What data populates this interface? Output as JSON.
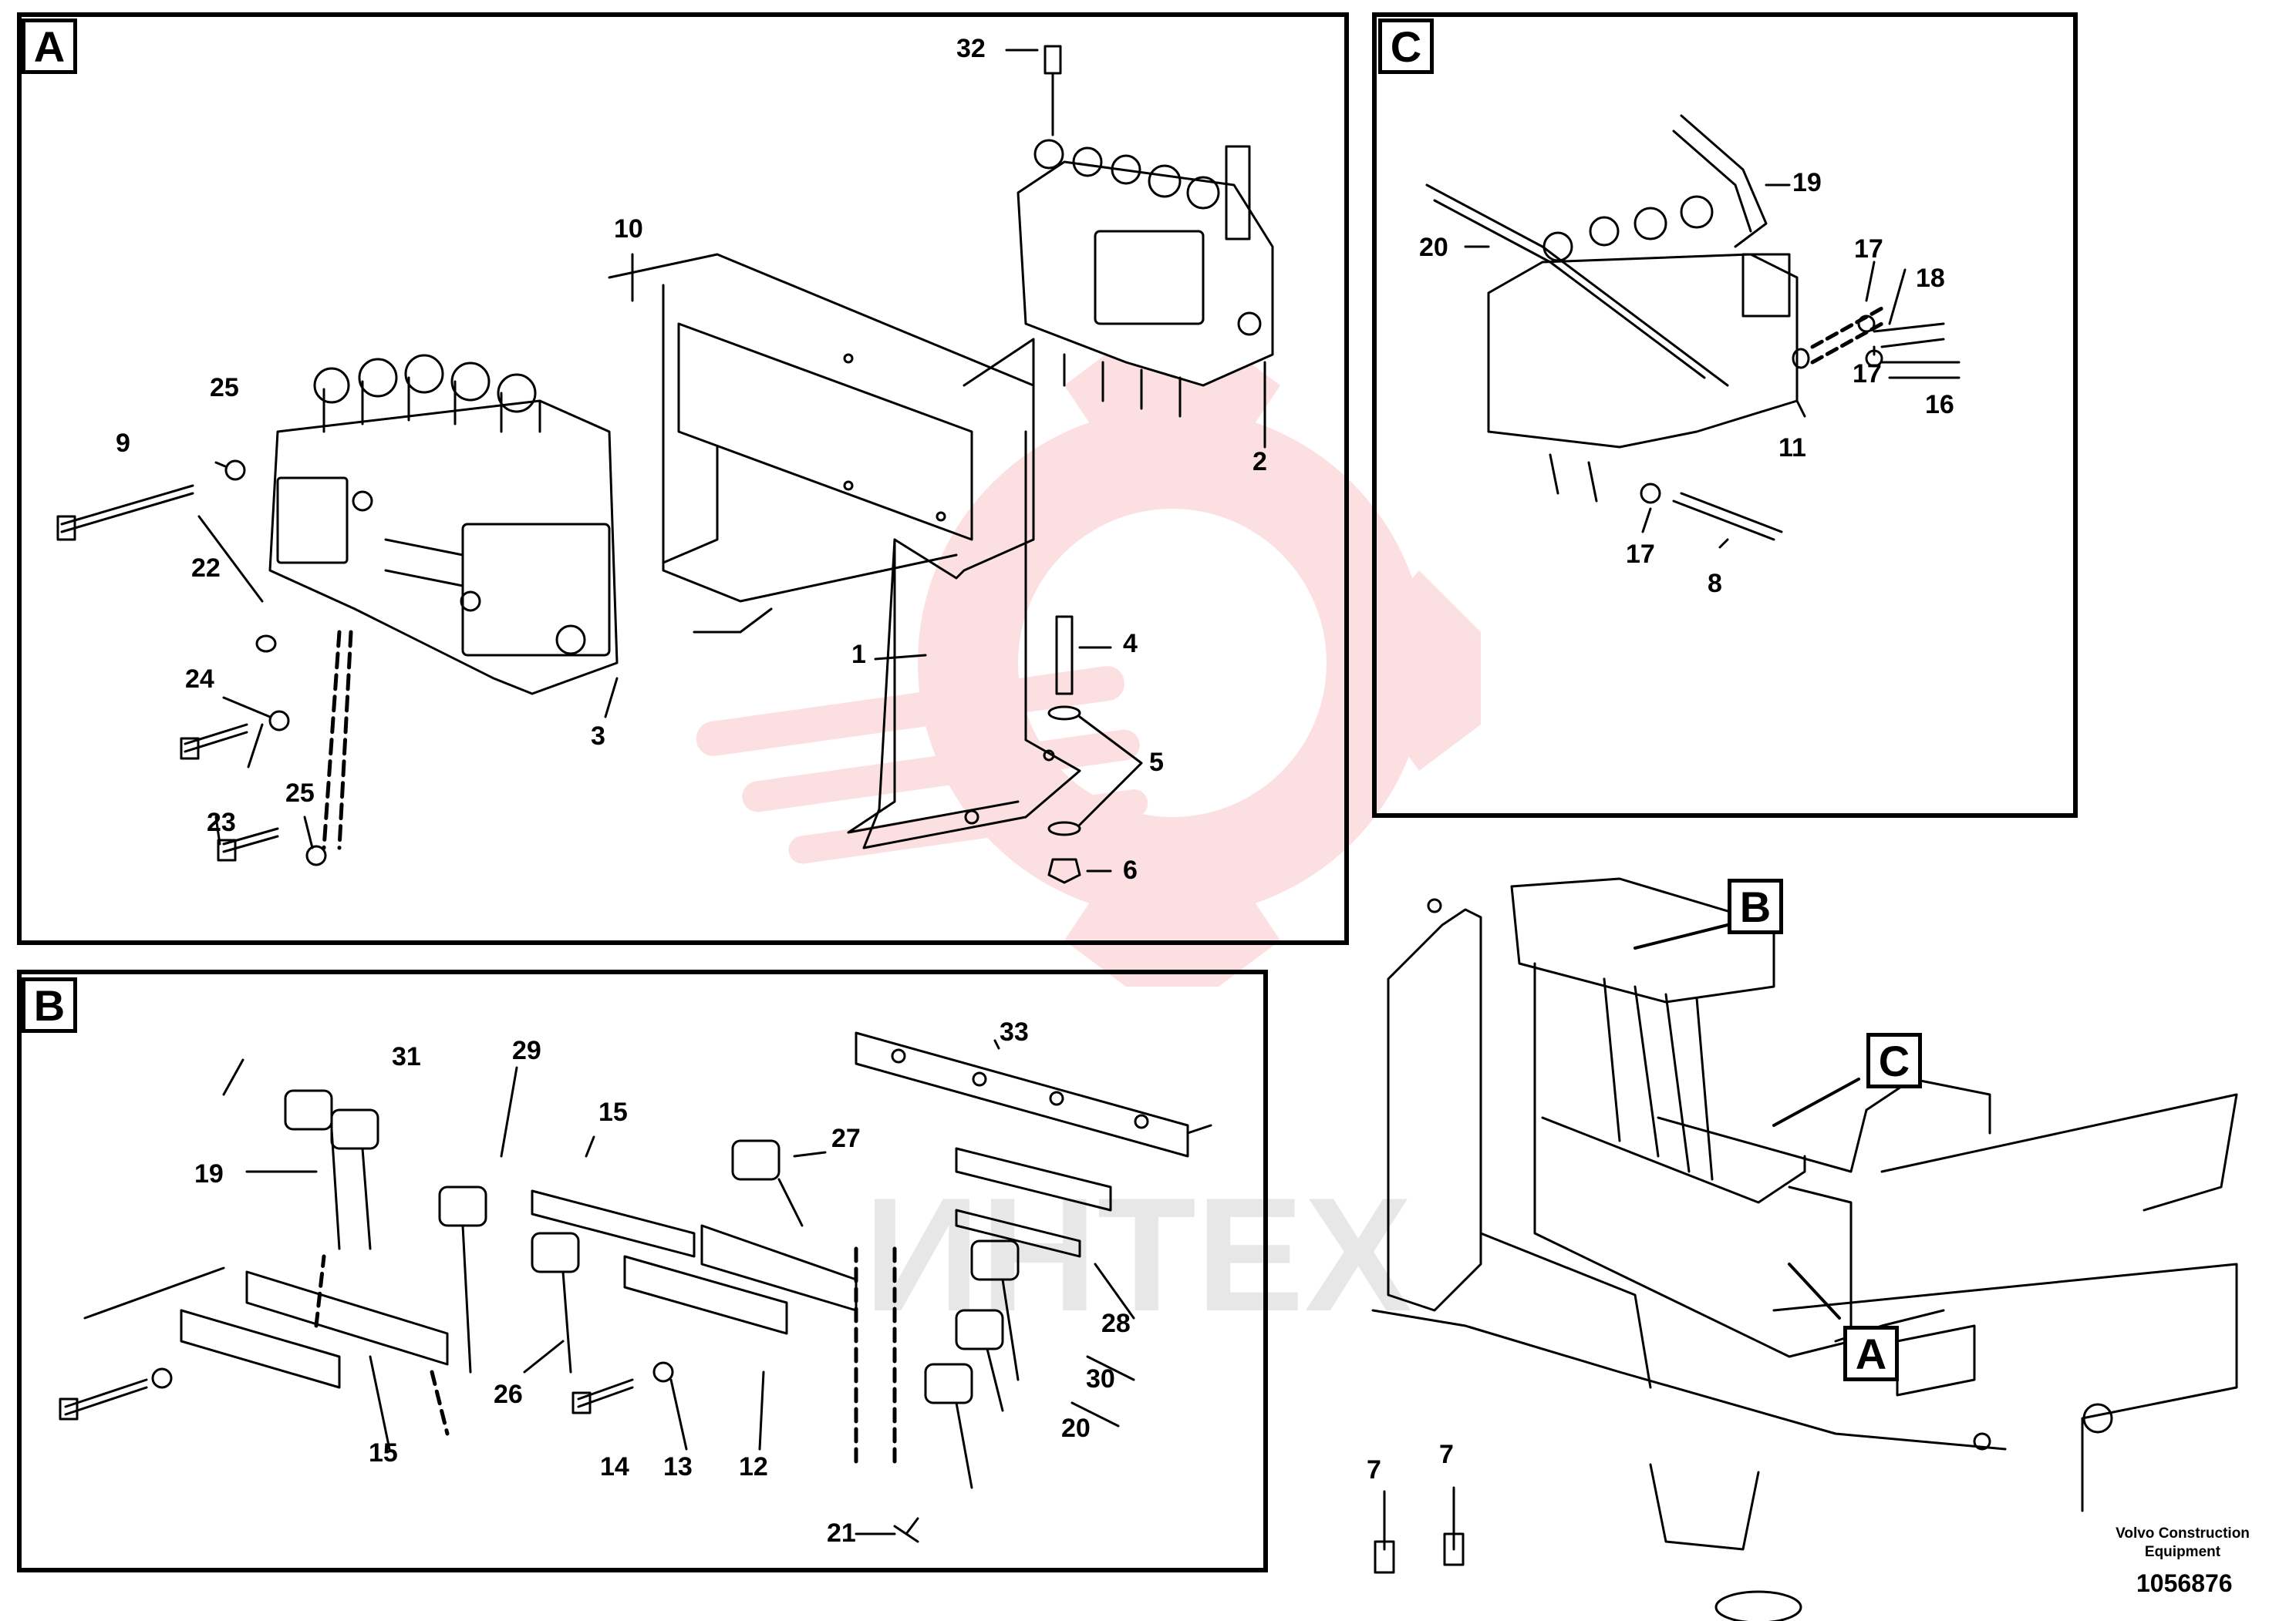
{
  "panels": [
    {
      "id": "A",
      "label": "A"
    },
    {
      "id": "B",
      "label": "B"
    },
    {
      "id": "C",
      "label": "C"
    }
  ],
  "overview_labels": {
    "a": "A",
    "b": "B",
    "c": "C"
  },
  "callouts_a": [
    "32",
    "10",
    "25",
    "9",
    "22",
    "24",
    "25",
    "23",
    "3",
    "1",
    "4",
    "5",
    "6",
    "2"
  ],
  "callouts_b": [
    "31",
    "29",
    "33",
    "15",
    "27",
    "19",
    "15",
    "26",
    "14",
    "13",
    "12",
    "28",
    "30",
    "20",
    "21"
  ],
  "callouts_c": [
    "19",
    "20",
    "17",
    "18",
    "17",
    "16",
    "11",
    "17",
    "8"
  ],
  "callouts_overview": [
    "7",
    "7"
  ],
  "footer": {
    "company": "Volvo Construction\nEquipment",
    "doc_number": "1056876"
  },
  "watermark": {
    "text": "ИНТЕХ",
    "color": "#e8343a"
  }
}
